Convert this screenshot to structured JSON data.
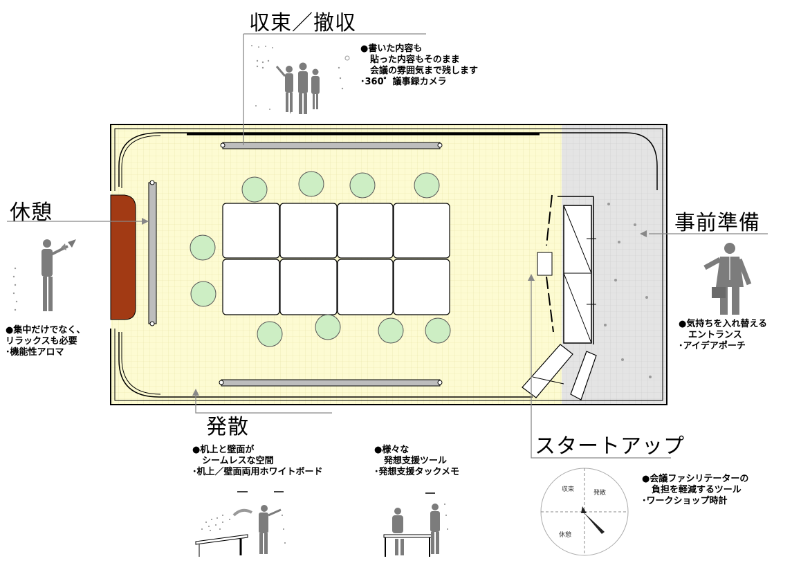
{
  "labels": {
    "shusoku": "収束／撤収",
    "kyukei": "休憩",
    "jizen": "事前準備",
    "hassan": "発散",
    "startup": "スタートアップ"
  },
  "notes": {
    "shusoku": [
      "●書いた内容も",
      "貼った内容もそのまま",
      "会議の雰囲気まで残します",
      "･360゜議事録カメラ"
    ],
    "kyukei": [
      "●集中だけでなく、",
      "リラックスも必要",
      "･機能性アロマ"
    ],
    "jizen": [
      "●気持ちを入れ替える",
      "エントランス",
      "･アイデアポーチ"
    ],
    "hassan1": [
      "●机上と壁面が",
      "シームレスな空間",
      "･机上／壁面両用ホワイトボード"
    ],
    "hassan2": [
      "●様々な",
      "発想支援ツール",
      "･発想支援タックメモ"
    ],
    "startup": [
      "●会議ファシリテーターの",
      "負担を軽減するツール",
      "･ワークショップ時計"
    ]
  },
  "clock": {
    "q1": "収束",
    "q2": "発散",
    "q3": "休憩"
  },
  "colors": {
    "room_fill": "#fdfbd2",
    "entrance_fill": "#e4e4e4",
    "chair_fill": "#cdeec4",
    "door_fill": "#a23a14",
    "board_fill": "#bdbdbd"
  }
}
